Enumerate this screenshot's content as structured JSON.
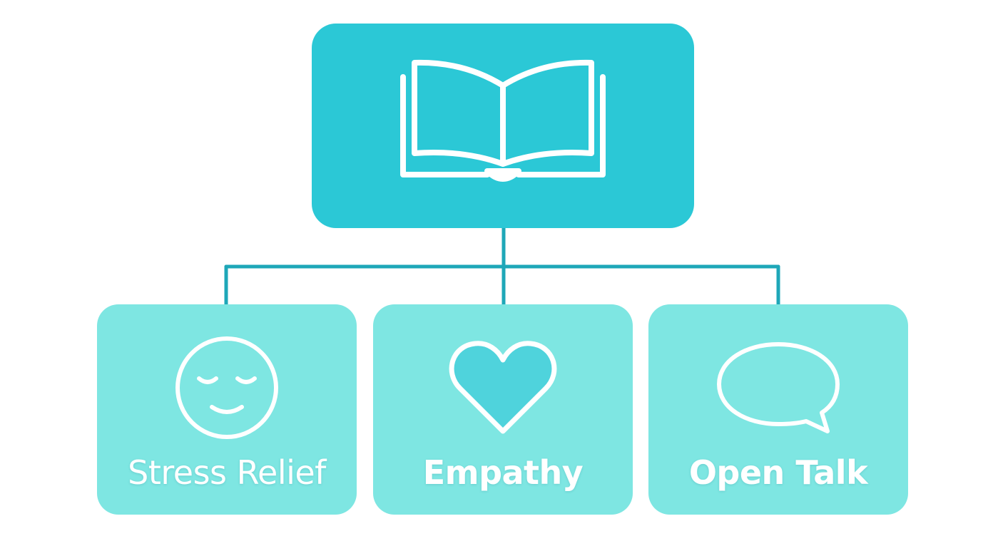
{
  "colors": {
    "root_fill": "#2bc8d6",
    "child_fill": "#7ee6e2",
    "connector": "#1ea7b8",
    "icon_stroke": "#ffffff",
    "heart_fill": "#4fd3dc"
  },
  "root": {
    "icon": "open-book-icon"
  },
  "children": [
    {
      "icon": "relaxed-face-icon",
      "label": "Stress Relief"
    },
    {
      "icon": "heart-icon",
      "label": "Empathy"
    },
    {
      "icon": "speech-bubble-icon",
      "label": "Open Talk"
    }
  ]
}
